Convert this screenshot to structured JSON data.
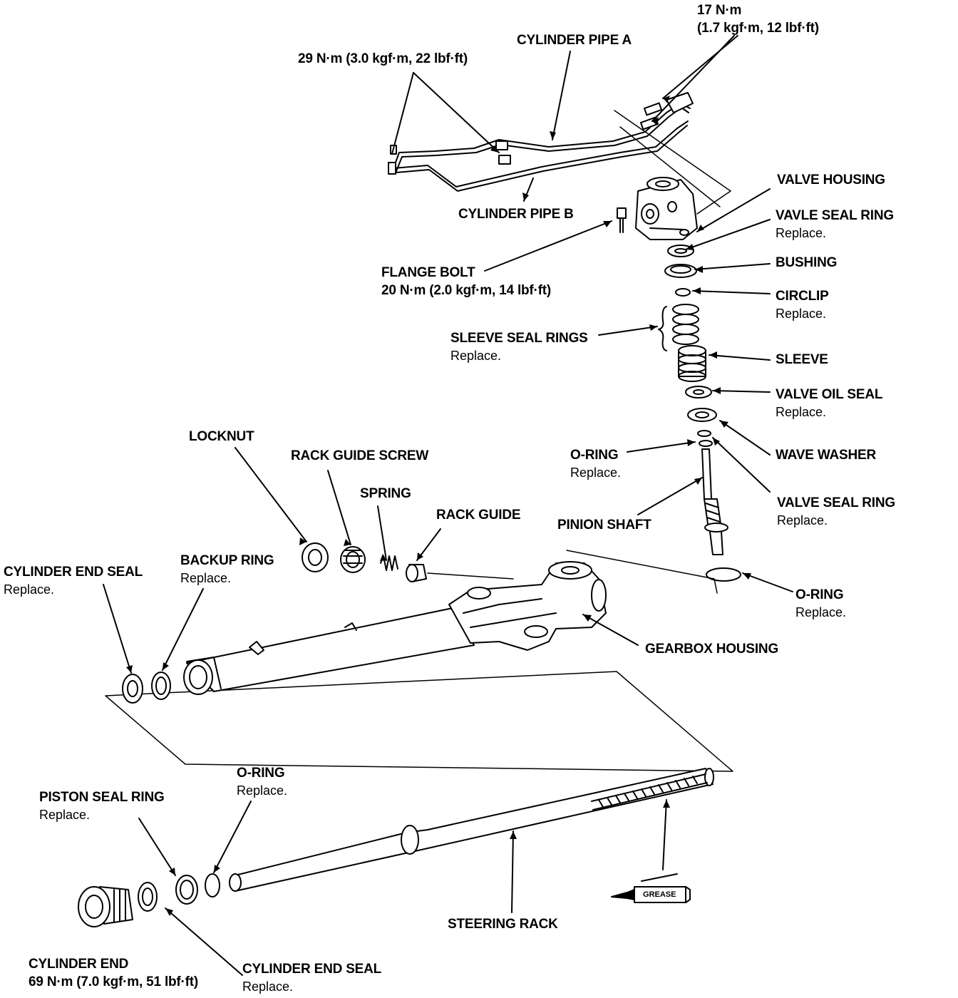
{
  "colors": {
    "ink": "#000000",
    "paper": "#ffffff"
  },
  "labels": {
    "torque_17": {
      "title": "17 N·m",
      "sub": "(1.7 kgf·m, 12 lbf·ft)"
    },
    "cylinder_pipe_a": {
      "title": "CYLINDER PIPE A"
    },
    "torque_29": {
      "title": "29 N·m (3.0 kgf·m, 22 lbf·ft)"
    },
    "valve_housing": {
      "title": "VALVE HOUSING"
    },
    "vavle_seal_ring": {
      "title": "VAVLE SEAL RING",
      "sub": "Replace."
    },
    "cylinder_pipe_b": {
      "title": "CYLINDER PIPE B"
    },
    "bushing": {
      "title": "BUSHING"
    },
    "flange_bolt": {
      "title": "FLANGE BOLT",
      "sub": "20 N·m (2.0 kgf·m, 14 lbf·ft)"
    },
    "circlip": {
      "title": "CIRCLIP",
      "sub": "Replace."
    },
    "sleeve_seal_rings": {
      "title": "SLEEVE SEAL RINGS",
      "sub": "Replace."
    },
    "sleeve": {
      "title": "SLEEVE"
    },
    "valve_oil_seal": {
      "title": "VALVE OIL SEAL",
      "sub": "Replace."
    },
    "locknut": {
      "title": "LOCKNUT"
    },
    "rack_guide_screw": {
      "title": "RACK GUIDE SCREW"
    },
    "o_ring_pinion": {
      "title": "O-RING",
      "sub": "Replace."
    },
    "wave_washer": {
      "title": "WAVE WASHER"
    },
    "spring": {
      "title": "SPRING"
    },
    "rack_guide": {
      "title": "RACK GUIDE"
    },
    "pinion_shaft": {
      "title": "PINION SHAFT"
    },
    "valve_seal_ring": {
      "title": "VALVE SEAL RING",
      "sub": "Replace."
    },
    "backup_ring": {
      "title": "BACKUP RING",
      "sub": "Replace."
    },
    "cylinder_end_seal_top": {
      "title": "CYLINDER END SEAL",
      "sub": "Replace."
    },
    "o_ring_housing": {
      "title": "O-RING",
      "sub": "Replace."
    },
    "gearbox_housing": {
      "title": "GEARBOX HOUSING"
    },
    "o_ring_rack": {
      "title": "O-RING",
      "sub": "Replace."
    },
    "piston_seal_ring": {
      "title": "PISTON SEAL RING",
      "sub": "Replace."
    },
    "steering_rack": {
      "title": "STEERING RACK"
    },
    "cylinder_end": {
      "title": "CYLINDER END",
      "sub": "69 N·m (7.0 kgf·m, 51 lbf·ft)"
    },
    "cylinder_end_seal_bottom": {
      "title": "CYLINDER END SEAL",
      "sub": "Replace."
    }
  },
  "grease_tag": "GREASE"
}
